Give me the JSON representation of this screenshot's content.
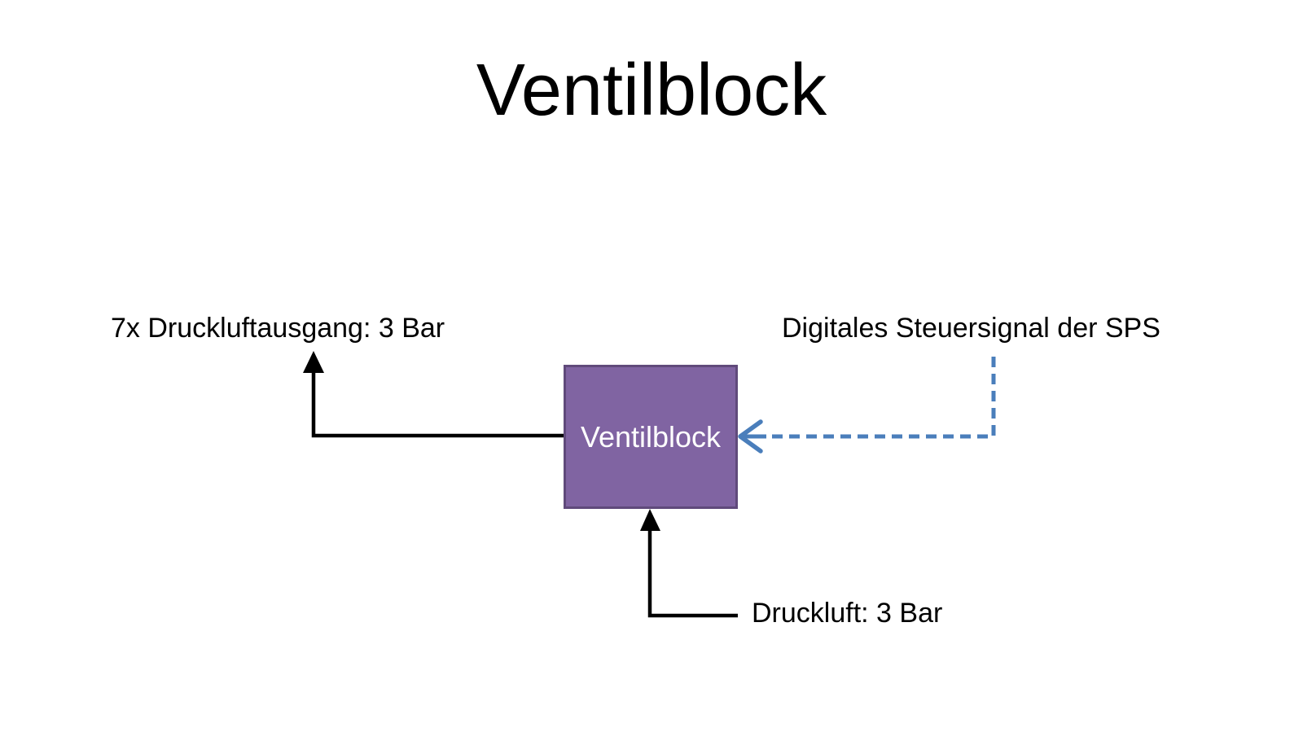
{
  "slide": {
    "title": "Ventilblock",
    "background_color": "#ffffff",
    "text_color": "#000000"
  },
  "block": {
    "label": "Ventilblock",
    "fill_color": "#8064A2",
    "border_color": "#604A7B",
    "label_color": "#ffffff"
  },
  "annotations": {
    "outputs_label": "7x Druckluftausgang: 3 Bar",
    "signal_label": "Digitales Steuersignal der SPS",
    "supply_label": "Druckluft: 3 Bar"
  },
  "arrows": {
    "pneumatic_color": "#000000",
    "signal_color": "#4A7EBB",
    "outputs_arrow": "elbow from valve block left side, up to outputs label (solid black, filled arrowhead)",
    "supply_arrow": "elbow from supply label, up into valve block bottom (solid black, filled arrowhead)",
    "signal_arrow": "elbow from SPS label down and left into valve block right side (blue dashed, open arrowhead)"
  }
}
